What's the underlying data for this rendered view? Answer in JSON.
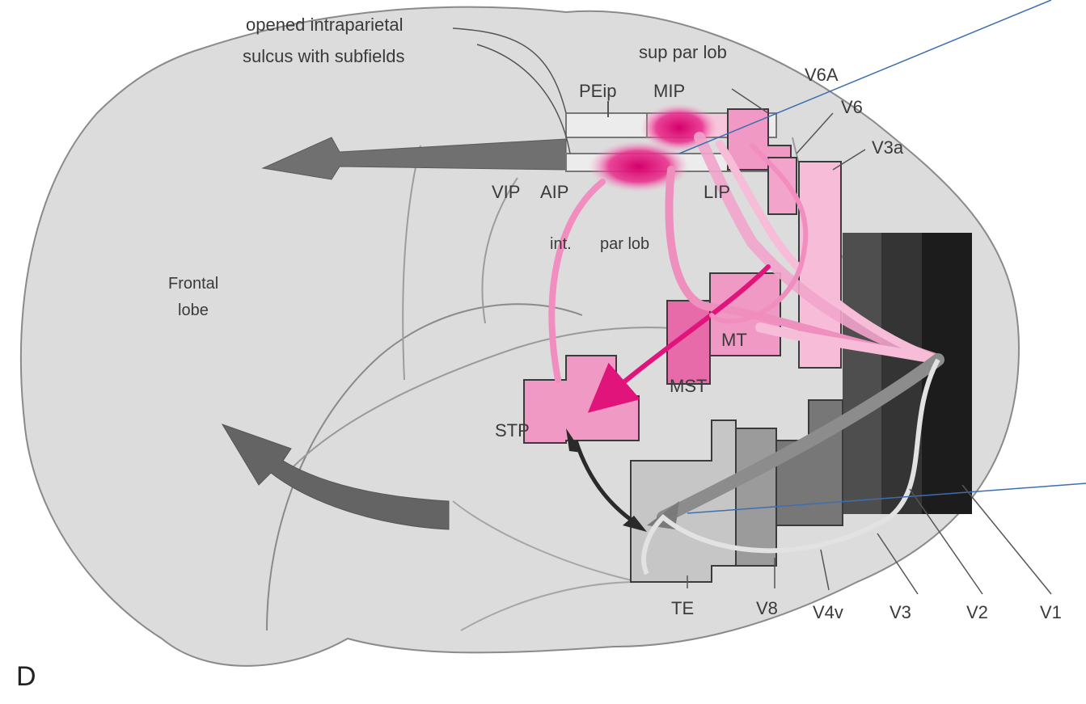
{
  "colors": {
    "brain_fill": "#dcdcdc",
    "brain_stroke": "#8a8a8a",
    "pink_light": "#f4b6d2",
    "pink_mid": "#ee8fbd",
    "magenta": "#e0147a",
    "gray_dark": "#3b3b3b",
    "pointer_line": "#3d6fb0"
  },
  "icons": [
    "left-arrow-icon",
    "double-arrow-icon",
    "pointer-line-icon"
  ],
  "labels": {
    "opened_sulcus_1": "opened intraparietal",
    "opened_sulcus_2": "sulcus with subfields",
    "sup_par_lob": "sup par lob",
    "peip": "PEip",
    "mip": "MIP",
    "v6a": "V6A",
    "v6": "V6",
    "v3a": "V3a",
    "vip": "VIP",
    "aip": "AIP",
    "lip": "LIP",
    "int": "int.",
    "par_lob": "par lob",
    "frontal_1": "Frontal",
    "frontal_2": "lobe",
    "mt": "MT",
    "mst": "MST",
    "stp": "STP",
    "te": "TE",
    "v8": "V8",
    "v4v": "V4v",
    "v3": "V3",
    "v2": "V2",
    "v1": "V1",
    "panel": "D"
  }
}
